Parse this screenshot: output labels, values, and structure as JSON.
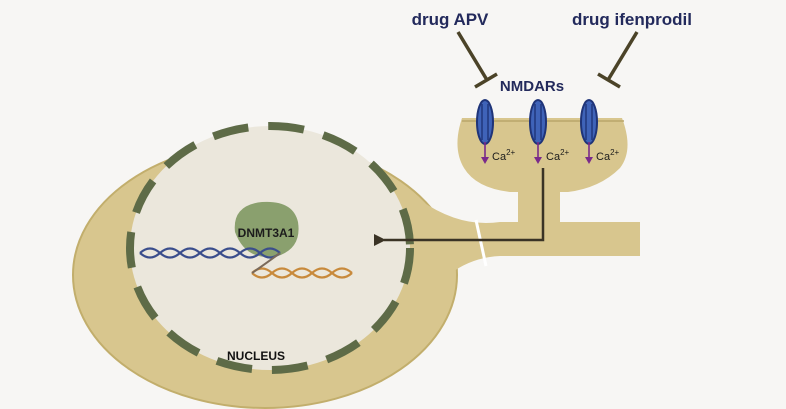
{
  "labels": {
    "drug_apv": "drug APV",
    "drug_ifenprodil": "drug ifenprodil",
    "nmdars": "NMDARs",
    "dnmt3a1": "DNMT3A1",
    "nucleus": "NUCLEUS"
  },
  "ions": [
    {
      "base": "Ca",
      "charge": "2+"
    },
    {
      "base": "Ca",
      "charge": "2+"
    },
    {
      "base": "Ca",
      "charge": "2+"
    }
  ],
  "colors": {
    "background": "#f7f6f4",
    "neuron_fill": "#d8c68e",
    "neuron_edge": "#c2ae6c",
    "nucleus_fill": "#ebe7dc",
    "nucleus_envelope": "#5e6b47",
    "dnmt3a1_fill": "#8aa06e",
    "receptor_blue": "#3f63b8",
    "receptor_dark": "#1f3478",
    "inhibitor_line": "#4b4328",
    "signal_arrow": "#3a3325",
    "ion_arrow": "#7a2a8a",
    "dna_blue": "#3b4e8c",
    "dna_orange": "#c88a3c",
    "text_dark": "#232a5c"
  }
}
